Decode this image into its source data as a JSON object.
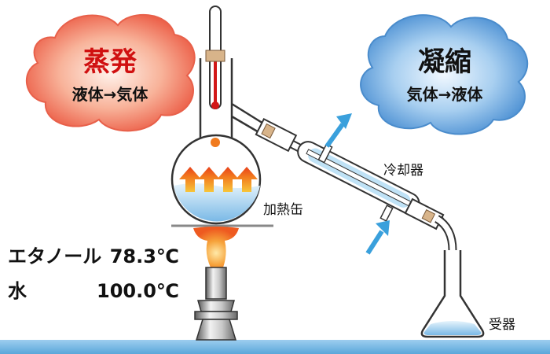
{
  "evaporation": {
    "title": "蒸発",
    "subtitle": "液体→気体"
  },
  "condensation": {
    "title": "凝縮",
    "subtitle": "気体→液体"
  },
  "labels": {
    "flask": "加熱缶",
    "condenser": "冷却器",
    "receiver": "受器"
  },
  "boiling_points": [
    {
      "substance": "エタノール",
      "temperature": "78.3℃"
    },
    {
      "substance": "水",
      "temperature": "100.0℃"
    }
  ],
  "colors": {
    "evaporation_cloud": "#ef6a52",
    "condensation_cloud": "#5a9ad8",
    "evaporation_title": "#d01010",
    "liquid": "#8cc4ea",
    "cool_water_arrow": "#3aa0dc",
    "heat_arrow": "#f07020",
    "flame": "#f08a2a",
    "floor": "#6cb4e0"
  }
}
